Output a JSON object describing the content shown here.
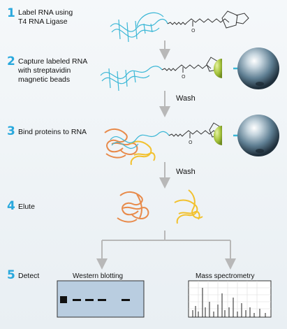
{
  "steps": [
    {
      "number": "1",
      "label": "Label RNA using\nT4 RNA Ligase"
    },
    {
      "number": "2",
      "label": "Capture labeled RNA\nwith streptavidin\nmagnetic beads"
    },
    {
      "number": "3",
      "label": "Bind proteins to RNA"
    },
    {
      "number": "4",
      "label": "Elute"
    },
    {
      "number": "5",
      "label": "Detect"
    }
  ],
  "wash_labels": [
    "Wash",
    "Wash"
  ],
  "detect": {
    "western_title": "Western blotting",
    "mass_title": "Mass spectrometry"
  },
  "colors": {
    "accent": "#29a8dd",
    "rna": "#3bb7d6",
    "streptavidin": "#a6c43c",
    "bead": "#5f7f93",
    "protein_orange": "#e88a4a",
    "protein_yellow": "#f2c12e",
    "blot_bg": "#b9cde0",
    "arrow": "#b8b8b8"
  }
}
